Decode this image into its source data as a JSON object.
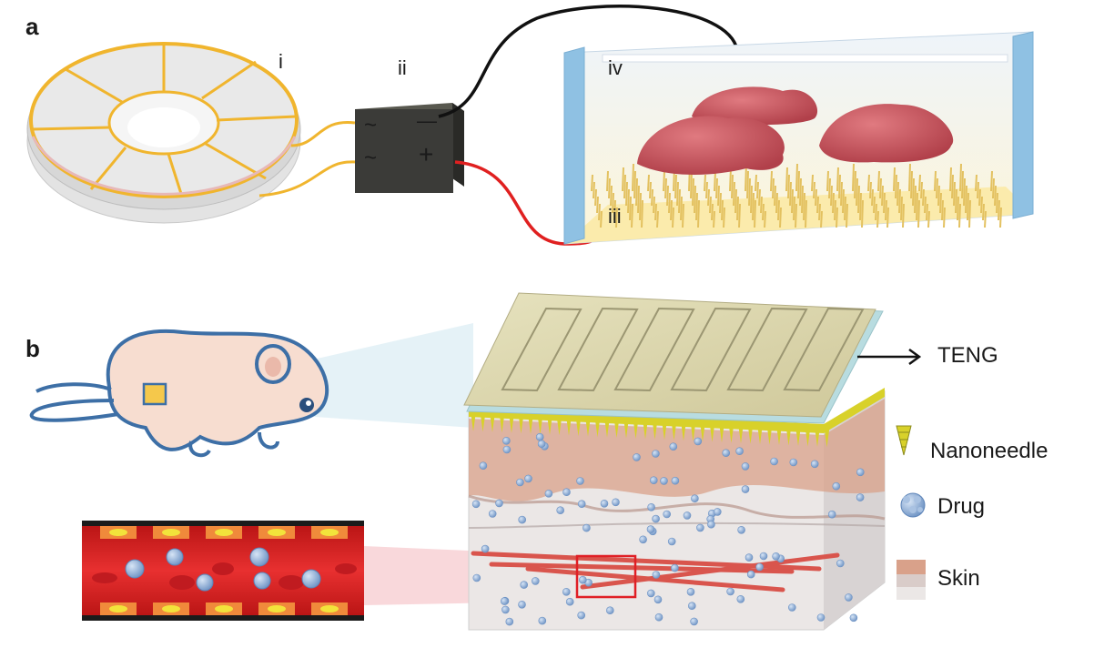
{
  "panels": {
    "a": "a",
    "b": "b"
  },
  "roman": {
    "i": "i",
    "ii": "ii",
    "iii": "iii",
    "iv": "iv"
  },
  "rectifier": {
    "minus": "—",
    "plus": "+",
    "ac_top": "~",
    "ac_bottom": "~"
  },
  "legend": {
    "teng": "TENG",
    "nanoneedle": "Nanoneedle",
    "drug": "Drug",
    "skin": "Skin"
  },
  "colors": {
    "gold": "#f0b52e",
    "rectifier_box": "#3b3b38",
    "cell": "#c9525a",
    "wire_negative": "#111111",
    "wire_positive": "#e02020",
    "mouse_outline": "#3d6fa6",
    "mouse_fill": "#f7ddd0",
    "skin_layer": "#d9a18a",
    "drug": "#8fb0d9",
    "vessel": "#d42020",
    "needle": "#d8d12a",
    "glass_edge": "#8fc1e3"
  }
}
